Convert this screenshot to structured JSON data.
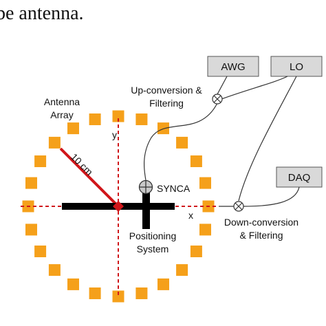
{
  "caption_fragment": "be antenna.",
  "blocks": {
    "awg": "AWG",
    "lo": "LO",
    "daq": "DAQ"
  },
  "labels": {
    "upconversion_line1": "Up-conversion &",
    "upconversion_line2": "Filtering",
    "antenna_line1": "Antenna",
    "antenna_line2": "Array",
    "y_axis": "y",
    "x_axis": "x",
    "radius": "10 cm",
    "synca": "SYNCA",
    "downconversion_line1": "Down-conversion",
    "downconversion_line2": "& Filtering",
    "positioning_line1": "Positioning",
    "positioning_line2": "System"
  },
  "antenna_array": {
    "element_count": 24,
    "element_color": "#F5A01A"
  },
  "colors": {
    "radius_line": "#D0161A",
    "axis_dash": "#D0161A",
    "block_fill": "#D9D9D9",
    "stage_bar": "#000000"
  },
  "icons": {
    "mixer": "mixer-x-circle-icon",
    "synca_antenna": "circle-plus-icon"
  }
}
